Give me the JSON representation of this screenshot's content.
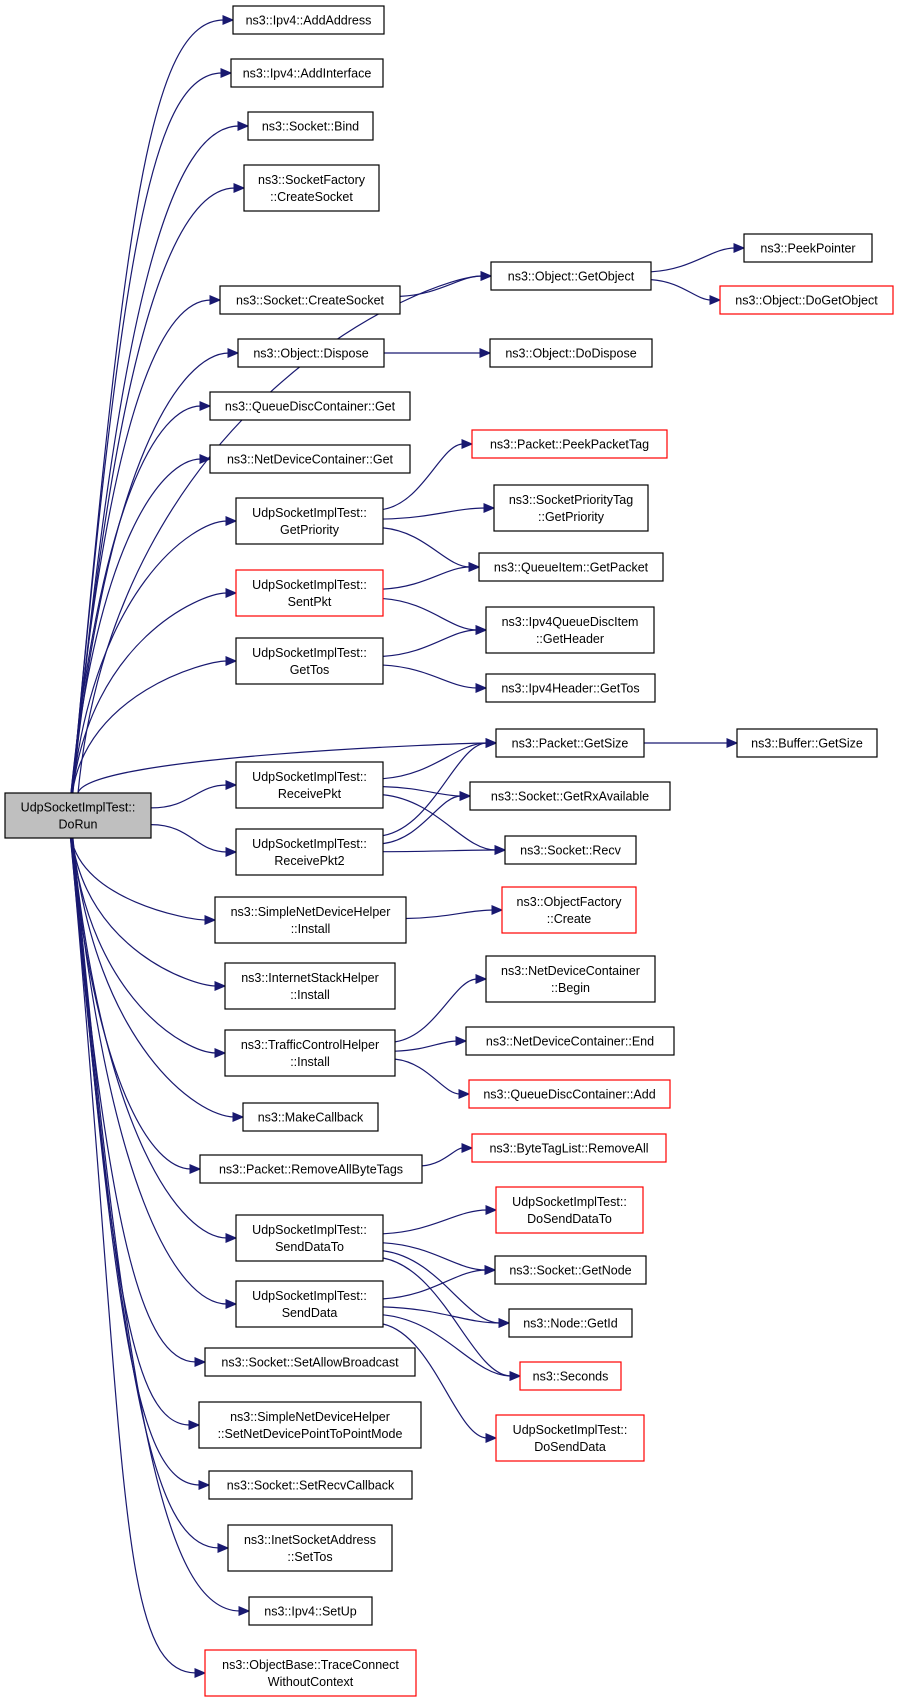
{
  "root": {
    "id": "dorun",
    "lines": [
      "UdpSocketImplTest::",
      "DoRun"
    ]
  },
  "nodes": [
    {
      "id": "addaddress",
      "lines": [
        "ns3::Ipv4::AddAddress"
      ]
    },
    {
      "id": "addinterface",
      "lines": [
        "ns3::Ipv4::AddInterface"
      ]
    },
    {
      "id": "bind",
      "lines": [
        "ns3::Socket::Bind"
      ]
    },
    {
      "id": "sfcreate",
      "lines": [
        "ns3::SocketFactory",
        "::CreateSocket"
      ]
    },
    {
      "id": "screate",
      "lines": [
        "ns3::Socket::CreateSocket"
      ]
    },
    {
      "id": "getobject",
      "lines": [
        "ns3::Object::GetObject"
      ]
    },
    {
      "id": "peekpointer",
      "lines": [
        "ns3::PeekPointer"
      ]
    },
    {
      "id": "dogetobject",
      "lines": [
        "ns3::Object::DoGetObject"
      ],
      "red": true
    },
    {
      "id": "dispose",
      "lines": [
        "ns3::Object::Dispose"
      ]
    },
    {
      "id": "dodispose",
      "lines": [
        "ns3::Object::DoDispose"
      ]
    },
    {
      "id": "qdcget",
      "lines": [
        "ns3::QueueDiscContainer::Get"
      ]
    },
    {
      "id": "ndcget",
      "lines": [
        "ns3::NetDeviceContainer::Get"
      ]
    },
    {
      "id": "getpriority",
      "lines": [
        "UdpSocketImplTest::",
        "GetPriority"
      ]
    },
    {
      "id": "peekpackettag",
      "lines": [
        "ns3::Packet::PeekPacketTag"
      ],
      "red": true
    },
    {
      "id": "sptgetprio",
      "lines": [
        "ns3::SocketPriorityTag",
        "::GetPriority"
      ]
    },
    {
      "id": "qigetpacket",
      "lines": [
        "ns3::QueueItem::GetPacket"
      ]
    },
    {
      "id": "sentpkt",
      "lines": [
        "UdpSocketImplTest::",
        "SentPkt"
      ],
      "red": true
    },
    {
      "id": "ipv4qdigethdr",
      "lines": [
        "ns3::Ipv4QueueDiscItem",
        "::GetHeader"
      ]
    },
    {
      "id": "gettos",
      "lines": [
        "UdpSocketImplTest::",
        "GetTos"
      ]
    },
    {
      "id": "ipv4hdrgettos",
      "lines": [
        "ns3::Ipv4Header::GetTos"
      ]
    },
    {
      "id": "pktgetsize",
      "lines": [
        "ns3::Packet::GetSize"
      ]
    },
    {
      "id": "bufgetsize",
      "lines": [
        "ns3::Buffer::GetSize"
      ]
    },
    {
      "id": "receivepkt",
      "lines": [
        "UdpSocketImplTest::",
        "ReceivePkt"
      ]
    },
    {
      "id": "getrxavail",
      "lines": [
        "ns3::Socket::GetRxAvailable"
      ]
    },
    {
      "id": "receivepkt2",
      "lines": [
        "UdpSocketImplTest::",
        "ReceivePkt2"
      ]
    },
    {
      "id": "recv",
      "lines": [
        "ns3::Socket::Recv"
      ]
    },
    {
      "id": "sndhinstall",
      "lines": [
        "ns3::SimpleNetDeviceHelper",
        "::Install"
      ]
    },
    {
      "id": "ofcreate",
      "lines": [
        "ns3::ObjectFactory",
        "::Create"
      ],
      "red": true
    },
    {
      "id": "ishinstall",
      "lines": [
        "ns3::InternetStackHelper",
        "::Install"
      ]
    },
    {
      "id": "ndcbegin",
      "lines": [
        "ns3::NetDeviceContainer",
        "::Begin"
      ]
    },
    {
      "id": "tchinstall",
      "lines": [
        "ns3::TrafficControlHelper",
        "::Install"
      ]
    },
    {
      "id": "ndcend",
      "lines": [
        "ns3::NetDeviceContainer::End"
      ]
    },
    {
      "id": "qdcadd",
      "lines": [
        "ns3::QueueDiscContainer::Add"
      ],
      "red": true
    },
    {
      "id": "makecallback",
      "lines": [
        "ns3::MakeCallback"
      ]
    },
    {
      "id": "removeallbytetags",
      "lines": [
        "ns3::Packet::RemoveAllByteTags"
      ]
    },
    {
      "id": "btlremoveall",
      "lines": [
        "ns3::ByteTagList::RemoveAll"
      ],
      "red": true
    },
    {
      "id": "senddatato",
      "lines": [
        "UdpSocketImplTest::",
        "SendDataTo"
      ]
    },
    {
      "id": "dosenddatato",
      "lines": [
        "UdpSocketImplTest::",
        "DoSendDataTo"
      ],
      "red": true
    },
    {
      "id": "getnode",
      "lines": [
        "ns3::Socket::GetNode"
      ]
    },
    {
      "id": "senddata",
      "lines": [
        "UdpSocketImplTest::",
        "SendData"
      ]
    },
    {
      "id": "nodegetid",
      "lines": [
        "ns3::Node::GetId"
      ]
    },
    {
      "id": "seconds",
      "lines": [
        "ns3::Seconds"
      ],
      "red": true
    },
    {
      "id": "dosenddata",
      "lines": [
        "UdpSocketImplTest::",
        "DoSendData"
      ],
      "red": true
    },
    {
      "id": "setallowbc",
      "lines": [
        "ns3::Socket::SetAllowBroadcast"
      ]
    },
    {
      "id": "setnetdevp2p",
      "lines": [
        "ns3::SimpleNetDeviceHelper",
        "::SetNetDevicePointToPointMode"
      ]
    },
    {
      "id": "setrecvcb",
      "lines": [
        "ns3::Socket::SetRecvCallback"
      ]
    },
    {
      "id": "inetsettos",
      "lines": [
        "ns3::InetSocketAddress",
        "::SetTos"
      ]
    },
    {
      "id": "ipv4setup",
      "lines": [
        "ns3::Ipv4::SetUp"
      ]
    },
    {
      "id": "traceconnect",
      "lines": [
        "ns3::ObjectBase::TraceConnect",
        "WithoutContext"
      ],
      "red": true
    }
  ],
  "edges": [
    [
      "dorun",
      "addaddress"
    ],
    [
      "dorun",
      "addinterface"
    ],
    [
      "dorun",
      "bind"
    ],
    [
      "dorun",
      "sfcreate"
    ],
    [
      "dorun",
      "getobject"
    ],
    [
      "dorun",
      "screate"
    ],
    [
      "dorun",
      "dispose"
    ],
    [
      "dorun",
      "qdcget"
    ],
    [
      "dorun",
      "ndcget"
    ],
    [
      "dorun",
      "getpriority"
    ],
    [
      "dorun",
      "sentpkt"
    ],
    [
      "dorun",
      "gettos"
    ],
    [
      "dorun",
      "pktgetsize"
    ],
    [
      "dorun",
      "receivepkt"
    ],
    [
      "dorun",
      "receivepkt2"
    ],
    [
      "dorun",
      "sndhinstall"
    ],
    [
      "dorun",
      "ishinstall"
    ],
    [
      "dorun",
      "tchinstall"
    ],
    [
      "dorun",
      "makecallback"
    ],
    [
      "dorun",
      "removeallbytetags"
    ],
    [
      "dorun",
      "senddatato"
    ],
    [
      "dorun",
      "senddata"
    ],
    [
      "dorun",
      "setallowbc"
    ],
    [
      "dorun",
      "setnetdevp2p"
    ],
    [
      "dorun",
      "setrecvcb"
    ],
    [
      "dorun",
      "inetsettos"
    ],
    [
      "dorun",
      "ipv4setup"
    ],
    [
      "dorun",
      "traceconnect"
    ],
    [
      "screate",
      "getobject"
    ],
    [
      "getobject",
      "peekpointer"
    ],
    [
      "getobject",
      "dogetobject"
    ],
    [
      "dispose",
      "dodispose"
    ],
    [
      "getpriority",
      "peekpackettag"
    ],
    [
      "getpriority",
      "sptgetprio"
    ],
    [
      "getpriority",
      "qigetpacket"
    ],
    [
      "sentpkt",
      "qigetpacket"
    ],
    [
      "sentpkt",
      "ipv4qdigethdr"
    ],
    [
      "gettos",
      "ipv4qdigethdr"
    ],
    [
      "gettos",
      "ipv4hdrgettos"
    ],
    [
      "pktgetsize",
      "bufgetsize"
    ],
    [
      "receivepkt",
      "pktgetsize"
    ],
    [
      "receivepkt",
      "getrxavail"
    ],
    [
      "receivepkt",
      "recv"
    ],
    [
      "receivepkt2",
      "pktgetsize"
    ],
    [
      "receivepkt2",
      "getrxavail"
    ],
    [
      "receivepkt2",
      "recv"
    ],
    [
      "sndhinstall",
      "ofcreate"
    ],
    [
      "tchinstall",
      "ndcbegin"
    ],
    [
      "tchinstall",
      "ndcend"
    ],
    [
      "tchinstall",
      "qdcadd"
    ],
    [
      "removeallbytetags",
      "btlremoveall"
    ],
    [
      "senddatato",
      "dosenddatato"
    ],
    [
      "senddatato",
      "getnode"
    ],
    [
      "senddatato",
      "nodegetid"
    ],
    [
      "senddatato",
      "seconds"
    ],
    [
      "senddata",
      "getnode"
    ],
    [
      "senddata",
      "nodegetid"
    ],
    [
      "senddata",
      "seconds"
    ],
    [
      "senddata",
      "dosenddata"
    ]
  ]
}
